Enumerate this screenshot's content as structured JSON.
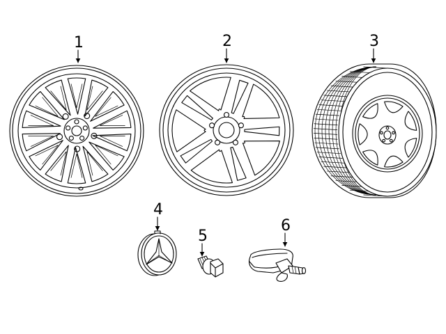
{
  "diagram": {
    "parts": [
      {
        "callout": "1",
        "icon": "alloy-wheel-multi-spoke-icon"
      },
      {
        "callout": "2",
        "icon": "alloy-wheel-split-spoke-icon"
      },
      {
        "callout": "3",
        "icon": "tire-and-wheel-assembly-icon"
      },
      {
        "callout": "4",
        "icon": "center-cap-icon"
      },
      {
        "callout": "5",
        "icon": "wheel-bolt-icon"
      },
      {
        "callout": "6",
        "icon": "tpms-sensor-icon"
      }
    ]
  }
}
